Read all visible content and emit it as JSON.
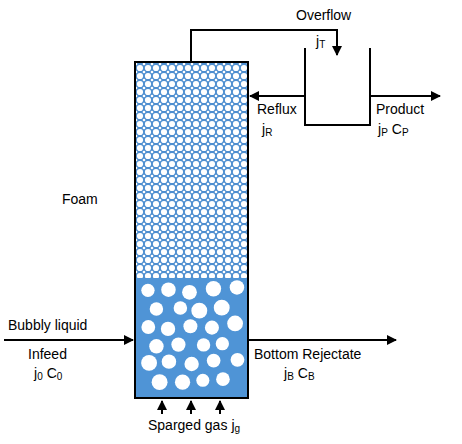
{
  "diagram": {
    "labels": [
      "Overflow",
      "j",
      "T",
      "Reflux",
      "j",
      "R",
      "Product",
      "j",
      "P",
      "C",
      "P",
      "Foam",
      "Bubbly liquid",
      "Infeed",
      "j",
      "0",
      "C",
      "0",
      "Bottom Rejectate",
      "j",
      "B",
      "C",
      "B",
      "Sparged gas",
      "j",
      "g"
    ]
  }
}
